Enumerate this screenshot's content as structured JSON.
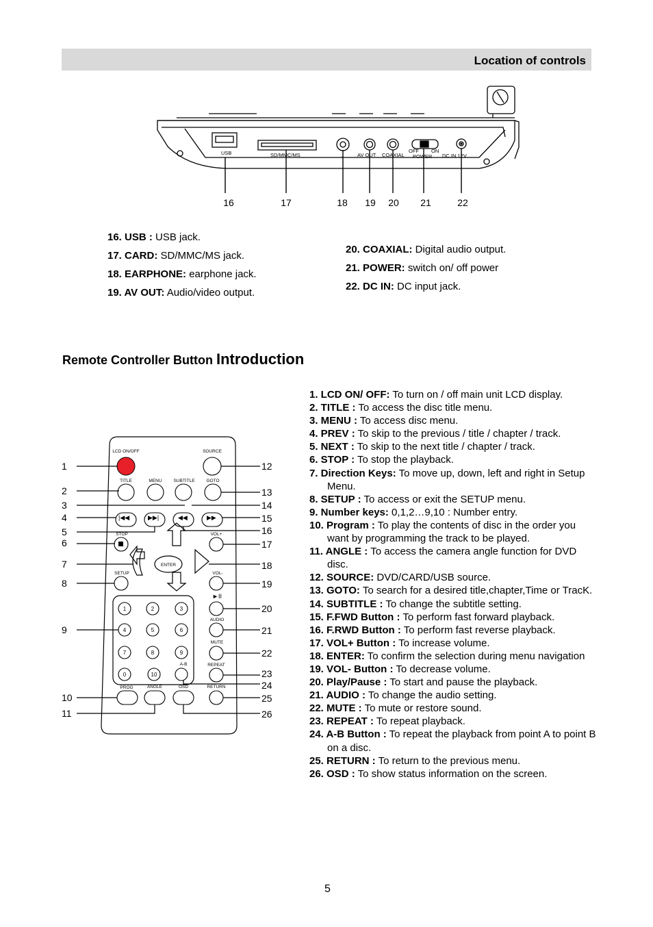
{
  "header": {
    "title": "Location of controls"
  },
  "device_diagram": {
    "panel_labels": [
      "USB",
      "SD/MMC/MS",
      "AV OUT",
      "COAXIAL",
      "OFF",
      "ON",
      "POWER",
      "DC IN 12V"
    ],
    "callouts": [
      "16",
      "17",
      "18",
      "19",
      "20",
      "21",
      "22"
    ]
  },
  "jacks": {
    "left": [
      {
        "num_label": "16. USB :",
        "desc": " USB jack."
      },
      {
        "num_label": "17. CARD:",
        "desc": " SD/MMC/MS jack."
      },
      {
        "num_label": "18. EARPHONE:",
        "desc": " earphone jack."
      },
      {
        "num_label": "19.  AV OUT:",
        "desc": " Audio/video output."
      }
    ],
    "right": [
      {
        "num_label": "20. COAXIAL:",
        "desc": " Digital audio output."
      },
      {
        "num_label": "21. POWER:",
        "desc": " switch on/ off power"
      },
      {
        "num_label": "22. DC IN:",
        "desc": " DC input jack."
      }
    ]
  },
  "remote_section": {
    "title_part1": "Remote Controller Button ",
    "title_part2": "Introduction"
  },
  "remote_diagram": {
    "labels": {
      "lcd": "LCD ON/OFF",
      "source": "SOURCE",
      "title": "TITLE",
      "menu": "MENU",
      "subtitle": "SUBTITLE",
      "goto": "GOTO",
      "stop": "STOP",
      "volp": "VOL+",
      "setup": "SETUP",
      "enter": "ENTER",
      "volm": "VOL-",
      "play": "►II",
      "audio": "AUDIO",
      "mute": "MUTE",
      "ab": "A-B",
      "repeat": "REPEAT",
      "prog": "PROG",
      "angle": "ANGLE",
      "osd": "OSD",
      "return": "RETURN"
    },
    "keys": [
      "1",
      "2",
      "3",
      "4",
      "5",
      "6",
      "7",
      "8",
      "9",
      "0",
      "10"
    ],
    "left_callouts": [
      "1",
      "2",
      "3",
      "4",
      "5",
      "6",
      "7",
      "8",
      "9",
      "10",
      "11"
    ],
    "right_callouts": [
      "12",
      "13",
      "14",
      "15",
      "16",
      "17",
      "18",
      "19",
      "20",
      "21",
      "22",
      "23",
      "24",
      "25",
      "26"
    ]
  },
  "buttons": [
    {
      "label": "1. LCD ON/ OFF:",
      "desc": " To turn on / off main unit LCD display."
    },
    {
      "label": "2. TITLE :",
      "desc": " To access the disc title menu."
    },
    {
      "label": "3. MENU :",
      "desc": " To access disc menu."
    },
    {
      "label": "4. PREV :",
      "desc": " To skip to the previous / title / chapter / track."
    },
    {
      "label": "5. NEXT :",
      "desc": " To skip to the next title / chapter / track."
    },
    {
      "label": "6. STOP :",
      "desc": " To stop the playback."
    },
    {
      "label": "7. Direction Keys:",
      "desc": " To move up, down, left and right in Setup Menu."
    },
    {
      "label": "8. SETUP :",
      "desc": " To access or exit the SETUP menu."
    },
    {
      "label": "9. Number keys:",
      "desc": " 0,1,2…9,10 : Number entry."
    },
    {
      "label": "10. Program :",
      "desc": " To play the contents of disc in the order you  want by programming the track to be played."
    },
    {
      "label": "11. ANGLE :",
      "desc": " To access the camera angle function for DVD disc."
    },
    {
      "label": "12. SOURCE:",
      "desc": " DVD/CARD/USB source."
    },
    {
      "label": "13. GOTO:",
      "desc": " To search for a desired title,chapter,Time or TracK."
    },
    {
      "label": "14. SUBTITLE :",
      "desc": " To change the subtitle setting."
    },
    {
      "label": "15. F.FWD Button :",
      "desc": " To perform fast forward playback."
    },
    {
      "label": "16. F.RWD Button :",
      "desc": " To perform fast reverse playback."
    },
    {
      "label": "17. VOL+ Button :",
      "desc": " To increase volume."
    },
    {
      "label": "18. ENTER:",
      "desc": " To confirm the selection during menu navigation"
    },
    {
      "label": "19. VOL- Button :",
      "desc": " To decrease volume."
    },
    {
      "label": "20. Play/Pause :",
      "desc": " To start and pause the playback."
    },
    {
      "label": "21. AUDIO :",
      "desc": " To change the audio setting."
    },
    {
      "label": "22. MUTE :",
      "desc": " To mute or restore sound."
    },
    {
      "label": "23. REPEAT :",
      "desc": " To repeat playback."
    },
    {
      "label": "24. A-B Button :",
      "desc": " To repeat the playback from point A to point B on a disc."
    },
    {
      "label": "25. RETURN :",
      "desc": " To return to the previous menu."
    },
    {
      "label": "26. OSD :",
      "desc": " To show status information on the screen."
    }
  ],
  "footer": {
    "page_number": "5"
  },
  "colors": {
    "header_bg": "#d9d9d9",
    "lcd_button": "#e8202a"
  }
}
